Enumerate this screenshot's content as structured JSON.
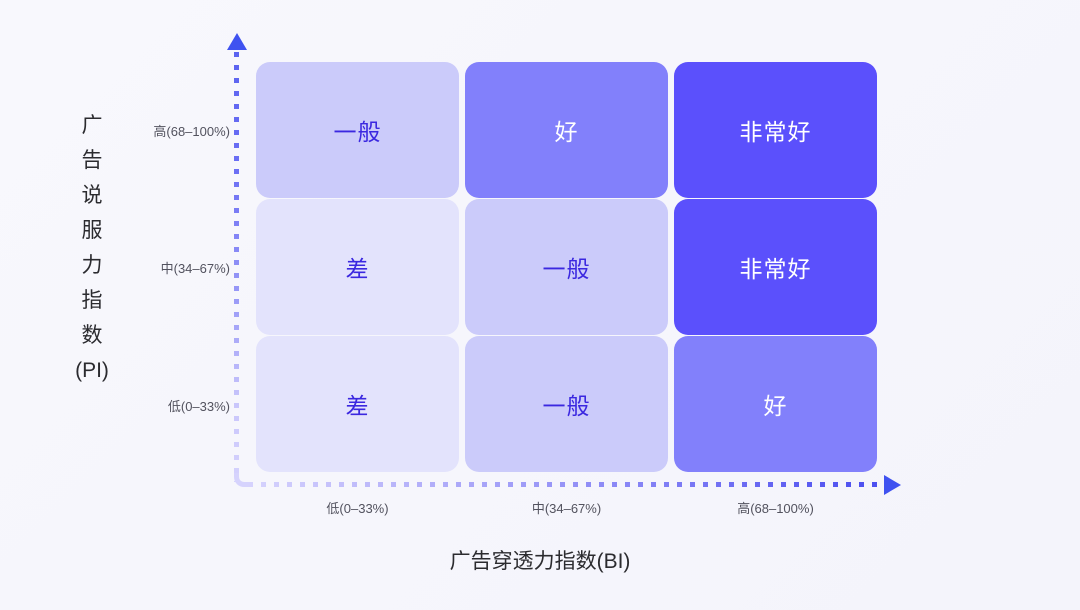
{
  "chart_data": {
    "type": "heatmap",
    "title": "",
    "xlabel": "广告穿透力指数(BI)",
    "ylabel": "广告说服力指数(PI)",
    "ylabel_chars": [
      "广",
      "告",
      "说",
      "服",
      "力",
      "指",
      "数",
      "(PI)"
    ],
    "x_categories": [
      "低(0–33%)",
      "中(34–67%)",
      "高(68–100%)"
    ],
    "y_categories": [
      "高(68–100%)",
      "中(34–67%)",
      "低(0–33%)"
    ],
    "grid": false,
    "legend": "none",
    "axis_arrow_color": "#3f52f0",
    "cell_values": [
      [
        "一般",
        "好",
        "非常好"
      ],
      [
        "差",
        "一般",
        "非常好"
      ],
      [
        "差",
        "一般",
        "好"
      ]
    ],
    "cell_levels": [
      [
        2,
        3,
        4
      ],
      [
        1,
        2,
        4
      ],
      [
        1,
        2,
        3
      ]
    ],
    "level_colors": {
      "1": "#e3e3fc",
      "2": "#cbcbfa",
      "3": "#8280fb",
      "4": "#5b50fc"
    },
    "level_text_colors": {
      "1": "#3b28e0",
      "2": "#3b28e0",
      "3": "#ffffff",
      "4": "#ffffff"
    },
    "cells": [
      {
        "row": 0,
        "col": 0,
        "x": "低(0–33%)",
        "y": "高(68–100%)",
        "label": "一般",
        "level": 2
      },
      {
        "row": 0,
        "col": 1,
        "x": "中(34–67%)",
        "y": "高(68–100%)",
        "label": "好",
        "level": 3
      },
      {
        "row": 0,
        "col": 2,
        "x": "高(68–100%)",
        "y": "高(68–100%)",
        "label": "非常好",
        "level": 4
      },
      {
        "row": 1,
        "col": 0,
        "x": "低(0–33%)",
        "y": "中(34–67%)",
        "label": "差",
        "level": 1
      },
      {
        "row": 1,
        "col": 1,
        "x": "中(34–67%)",
        "y": "中(34–67%)",
        "label": "一般",
        "level": 2
      },
      {
        "row": 1,
        "col": 2,
        "x": "高(68–100%)",
        "y": "中(34–67%)",
        "label": "非常好",
        "level": 4
      },
      {
        "row": 2,
        "col": 0,
        "x": "低(0–33%)",
        "y": "低(0–33%)",
        "label": "差",
        "level": 1
      },
      {
        "row": 2,
        "col": 1,
        "x": "中(34–67%)",
        "y": "低(0–33%)",
        "label": "一般",
        "level": 2
      },
      {
        "row": 2,
        "col": 2,
        "x": "高(68–100%)",
        "y": "低(0–33%)",
        "label": "好",
        "level": 3
      }
    ]
  },
  "colors": {
    "background": "#f7f7fd",
    "accent": "#3f52f0",
    "axis_label": "#52525e",
    "title": "#2b2b2f"
  }
}
